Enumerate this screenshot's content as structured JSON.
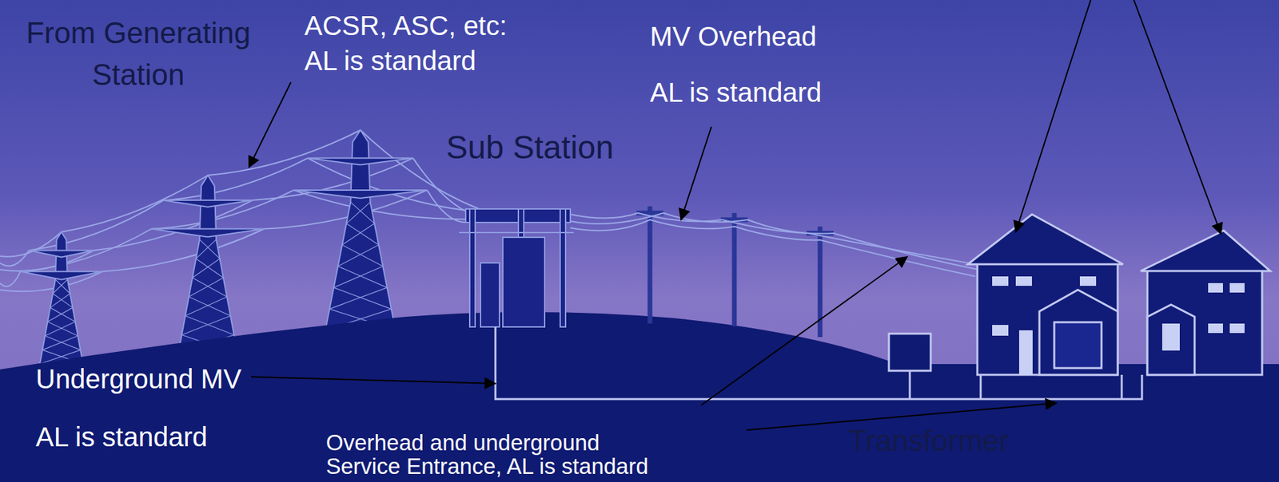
{
  "diagram": {
    "labels": [
      "From Generating Station",
      "ACSR, ASC, etc: AL is standard",
      "MV Overhead",
      "AL is standard",
      "Sub Station",
      "Underground MV",
      "AL is standard",
      "Overhead and underground Service Entrance, AL is standard",
      "Transformer"
    ]
  }
}
